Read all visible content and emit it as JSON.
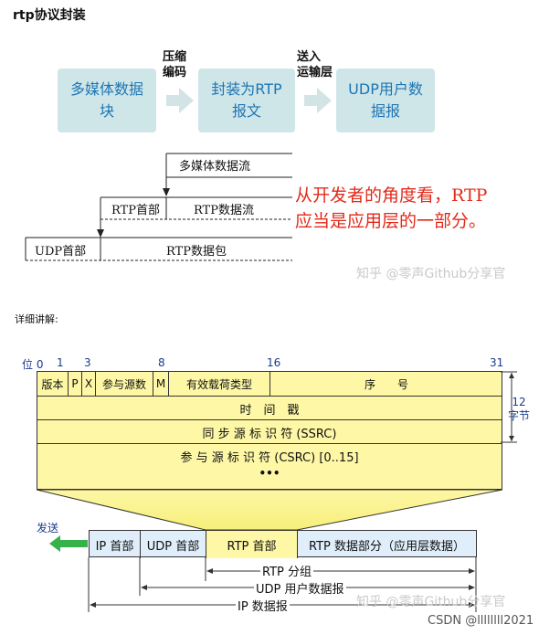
{
  "section1_title": "rtp协议封装",
  "flow": {
    "box1": "多媒体数据块",
    "box1_line1": "多媒体数据",
    "box1_line2": "块",
    "step1_line1": "压缩",
    "step1_line2": "编码",
    "box2_line1": "封装为RTP",
    "box2_line2": "报文",
    "step2_line1": "送入",
    "step2_line2": "运输层",
    "box3_line1": "UDP用户数",
    "box3_line2": "据报"
  },
  "encap": {
    "stream": "多媒体数据流",
    "rtp_header": "RTP首部",
    "rtp_stream": "RTP数据流",
    "udp_header": "UDP首部",
    "rtp_packet": "RTP数据包"
  },
  "note_line1": "从开发者的角度看，RTP",
  "note_line2": "应当是应用层的一部分。",
  "watermark1": "知乎 @零声Github分享官",
  "section2_title": "详细讲解:",
  "bits": {
    "b0": "位 0",
    "b1": "1",
    "b3": "3",
    "b8": "8",
    "b16": "16",
    "b31": "31"
  },
  "header_fields": {
    "version": "版本",
    "p": "P",
    "x": "X",
    "cc": "参与源数",
    "m": "M",
    "pt": "有效载荷类型",
    "seq": "序　　号",
    "timestamp": "时　间　戳",
    "ssrc": "同 步 源 标 识 符 (SSRC)",
    "csrc": "参 与 源 标 识 符 (CSRC) [0..15]",
    "ellipsis": "•••"
  },
  "size_label_line1": "12",
  "size_label_line2": "字节",
  "send_label": "发送",
  "packet": {
    "ip": "IP 首部",
    "udp": "UDP 首部",
    "rtp": "RTP 首部",
    "rtp_data": "RTP 数据部分（应用层数据）"
  },
  "spans": {
    "rtp_group": "RTP 分组",
    "udp_datagram": "UDP 用户数据报",
    "ip_datagram": "IP 数据报"
  },
  "watermark2": "知乎 @零声Github分享官",
  "footer": "CSDN @llllllll2021"
}
